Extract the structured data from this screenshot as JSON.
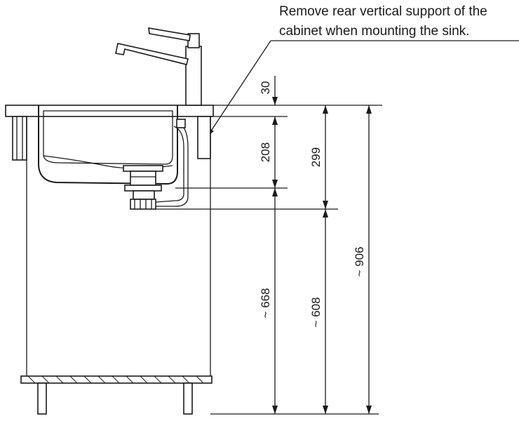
{
  "note": {
    "line1": "Remove rear vertical support of the",
    "line2": "cabinet when mounting the sink."
  },
  "dimensions": {
    "d30": "30",
    "d208": "208",
    "d299": "299",
    "d668": "~ 668",
    "d608": "~ 608",
    "d906": "~ 906"
  }
}
